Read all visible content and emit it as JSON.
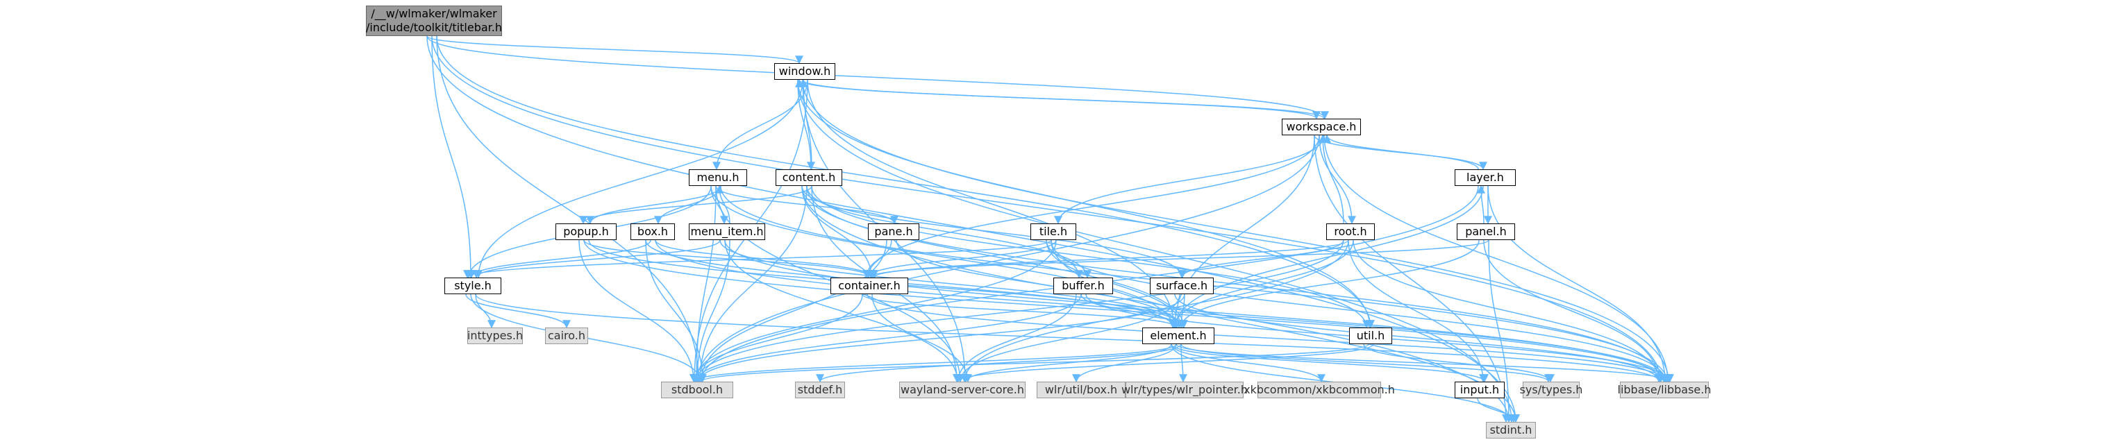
{
  "nodes": [
    {
      "id": "titlebar",
      "label": "/__w/wlmaker/wlmaker/include/toolkit/titlebar.h",
      "kind": "root"
    },
    {
      "id": "window",
      "label": "window.h",
      "kind": "file"
    },
    {
      "id": "workspace",
      "label": "workspace.h",
      "kind": "file"
    },
    {
      "id": "menu",
      "label": "menu.h",
      "kind": "file"
    },
    {
      "id": "content",
      "label": "content.h",
      "kind": "file"
    },
    {
      "id": "layer",
      "label": "layer.h",
      "kind": "file"
    },
    {
      "id": "popup",
      "label": "popup.h",
      "kind": "file"
    },
    {
      "id": "box",
      "label": "box.h",
      "kind": "file"
    },
    {
      "id": "menu_item",
      "label": "menu_item.h",
      "kind": "file"
    },
    {
      "id": "pane",
      "label": "pane.h",
      "kind": "file"
    },
    {
      "id": "tile",
      "label": "tile.h",
      "kind": "file"
    },
    {
      "id": "root",
      "label": "root.h",
      "kind": "file"
    },
    {
      "id": "panel",
      "label": "panel.h",
      "kind": "file"
    },
    {
      "id": "style",
      "label": "style.h",
      "kind": "file"
    },
    {
      "id": "container",
      "label": "container.h",
      "kind": "file"
    },
    {
      "id": "buffer",
      "label": "buffer.h",
      "kind": "file"
    },
    {
      "id": "surface",
      "label": "surface.h",
      "kind": "file"
    },
    {
      "id": "element",
      "label": "element.h",
      "kind": "file"
    },
    {
      "id": "util",
      "label": "util.h",
      "kind": "file"
    },
    {
      "id": "input",
      "label": "input.h",
      "kind": "file"
    },
    {
      "id": "inttypes",
      "label": "inttypes.h",
      "kind": "ext"
    },
    {
      "id": "cairo",
      "label": "cairo.h",
      "kind": "ext"
    },
    {
      "id": "stdbool",
      "label": "stdbool.h",
      "kind": "ext"
    },
    {
      "id": "stddef",
      "label": "stddef.h",
      "kind": "ext"
    },
    {
      "id": "wayland",
      "label": "wayland-server-core.h",
      "kind": "ext"
    },
    {
      "id": "wlrbox",
      "label": "wlr/util/box.h",
      "kind": "ext"
    },
    {
      "id": "wlrptr",
      "label": "wlr/types/wlr_pointer.h",
      "kind": "ext"
    },
    {
      "id": "xkb",
      "label": "xkbcommon/xkbcommon.h",
      "kind": "ext"
    },
    {
      "id": "systypes",
      "label": "sys/types.h",
      "kind": "ext"
    },
    {
      "id": "libbase",
      "label": "libbase/libbase.h",
      "kind": "ext"
    },
    {
      "id": "stdint",
      "label": "stdint.h",
      "kind": "ext"
    }
  ],
  "edges": [
    [
      "titlebar",
      "window"
    ],
    [
      "titlebar",
      "style"
    ],
    [
      "titlebar",
      "stdbool"
    ],
    [
      "titlebar",
      "stdint"
    ],
    [
      "titlebar",
      "libbase"
    ],
    [
      "titlebar",
      "util"
    ],
    [
      "titlebar",
      "workspace"
    ],
    [
      "window",
      "workspace"
    ],
    [
      "window",
      "menu"
    ],
    [
      "window",
      "content"
    ],
    [
      "window",
      "style"
    ],
    [
      "window",
      "stdbool"
    ],
    [
      "window",
      "stdint"
    ],
    [
      "window",
      "libbase"
    ],
    [
      "window",
      "element"
    ],
    [
      "window",
      "util"
    ],
    [
      "window",
      "wayland"
    ],
    [
      "workspace",
      "window"
    ],
    [
      "workspace",
      "layer"
    ],
    [
      "workspace",
      "root"
    ],
    [
      "workspace",
      "tile"
    ],
    [
      "workspace",
      "element"
    ],
    [
      "workspace",
      "stdbool"
    ],
    [
      "workspace",
      "libbase"
    ],
    [
      "workspace",
      "stdint"
    ],
    [
      "workspace",
      "container"
    ],
    [
      "layer",
      "panel"
    ],
    [
      "layer",
      "workspace"
    ],
    [
      "layer",
      "element"
    ],
    [
      "layer",
      "libbase"
    ],
    [
      "layer",
      "stdbool"
    ],
    [
      "panel",
      "layer"
    ],
    [
      "panel",
      "container"
    ],
    [
      "panel",
      "element"
    ],
    [
      "panel",
      "libbase"
    ],
    [
      "panel",
      "stdint"
    ],
    [
      "root",
      "workspace"
    ],
    [
      "root",
      "container"
    ],
    [
      "root",
      "element"
    ],
    [
      "root",
      "surface"
    ],
    [
      "root",
      "input"
    ],
    [
      "root",
      "libbase"
    ],
    [
      "root",
      "stdbool"
    ],
    [
      "root",
      "wayland"
    ],
    [
      "menu",
      "box"
    ],
    [
      "menu",
      "menu_item"
    ],
    [
      "menu",
      "pane"
    ],
    [
      "menu",
      "popup"
    ],
    [
      "menu",
      "style"
    ],
    [
      "menu",
      "stdbool"
    ],
    [
      "menu",
      "libbase"
    ],
    [
      "menu",
      "element"
    ],
    [
      "menu",
      "wayland"
    ],
    [
      "menu_item",
      "menu"
    ],
    [
      "menu_item",
      "element"
    ],
    [
      "menu_item",
      "libbase"
    ],
    [
      "menu_item",
      "stdbool"
    ],
    [
      "menu_item",
      "style"
    ],
    [
      "menu_item",
      "wayland"
    ],
    [
      "content",
      "window"
    ],
    [
      "content",
      "container"
    ],
    [
      "content",
      "element"
    ],
    [
      "content",
      "popup"
    ],
    [
      "content",
      "surface"
    ],
    [
      "content",
      "buffer"
    ],
    [
      "content",
      "util"
    ],
    [
      "content",
      "libbase"
    ],
    [
      "content",
      "stdbool"
    ],
    [
      "content",
      "wayland"
    ],
    [
      "content",
      "stdint"
    ],
    [
      "popup",
      "container"
    ],
    [
      "popup",
      "element"
    ],
    [
      "popup",
      "stdbool"
    ],
    [
      "popup",
      "libbase"
    ],
    [
      "box",
      "container"
    ],
    [
      "box",
      "element"
    ],
    [
      "box",
      "style"
    ],
    [
      "box",
      "libbase"
    ],
    [
      "box",
      "stdbool"
    ],
    [
      "pane",
      "container"
    ],
    [
      "pane",
      "element"
    ],
    [
      "pane",
      "stdbool"
    ],
    [
      "tile",
      "buffer"
    ],
    [
      "tile",
      "container"
    ],
    [
      "tile",
      "element"
    ],
    [
      "tile",
      "style"
    ],
    [
      "tile",
      "stdbool"
    ],
    [
      "tile",
      "libbase"
    ],
    [
      "tile",
      "stdint"
    ],
    [
      "style",
      "inttypes"
    ],
    [
      "style",
      "cairo"
    ],
    [
      "style",
      "stdbool"
    ],
    [
      "style",
      "libbase"
    ],
    [
      "container",
      "element"
    ],
    [
      "container",
      "libbase"
    ],
    [
      "container",
      "wayland"
    ],
    [
      "container",
      "stdbool"
    ],
    [
      "buffer",
      "element"
    ],
    [
      "buffer",
      "libbase"
    ],
    [
      "buffer",
      "wayland"
    ],
    [
      "buffer",
      "stdbool"
    ],
    [
      "surface",
      "element"
    ],
    [
      "surface",
      "libbase"
    ],
    [
      "surface",
      "wayland"
    ],
    [
      "surface",
      "stdbool"
    ],
    [
      "element",
      "input"
    ],
    [
      "element",
      "stdbool"
    ],
    [
      "element",
      "stddef"
    ],
    [
      "element",
      "wayland"
    ],
    [
      "element",
      "wlrbox"
    ],
    [
      "element",
      "wlrptr"
    ],
    [
      "element",
      "xkb"
    ],
    [
      "element",
      "libbase"
    ],
    [
      "element",
      "systypes"
    ],
    [
      "element",
      "stdint"
    ],
    [
      "util",
      "stdbool"
    ],
    [
      "util",
      "wayland"
    ],
    [
      "util",
      "systypes"
    ],
    [
      "input",
      "stdint"
    ]
  ],
  "colors": {
    "edge": "#63b8ff",
    "node_border": "#000000",
    "ext_fill": "#e0e0e0",
    "root_fill": "#999999"
  }
}
